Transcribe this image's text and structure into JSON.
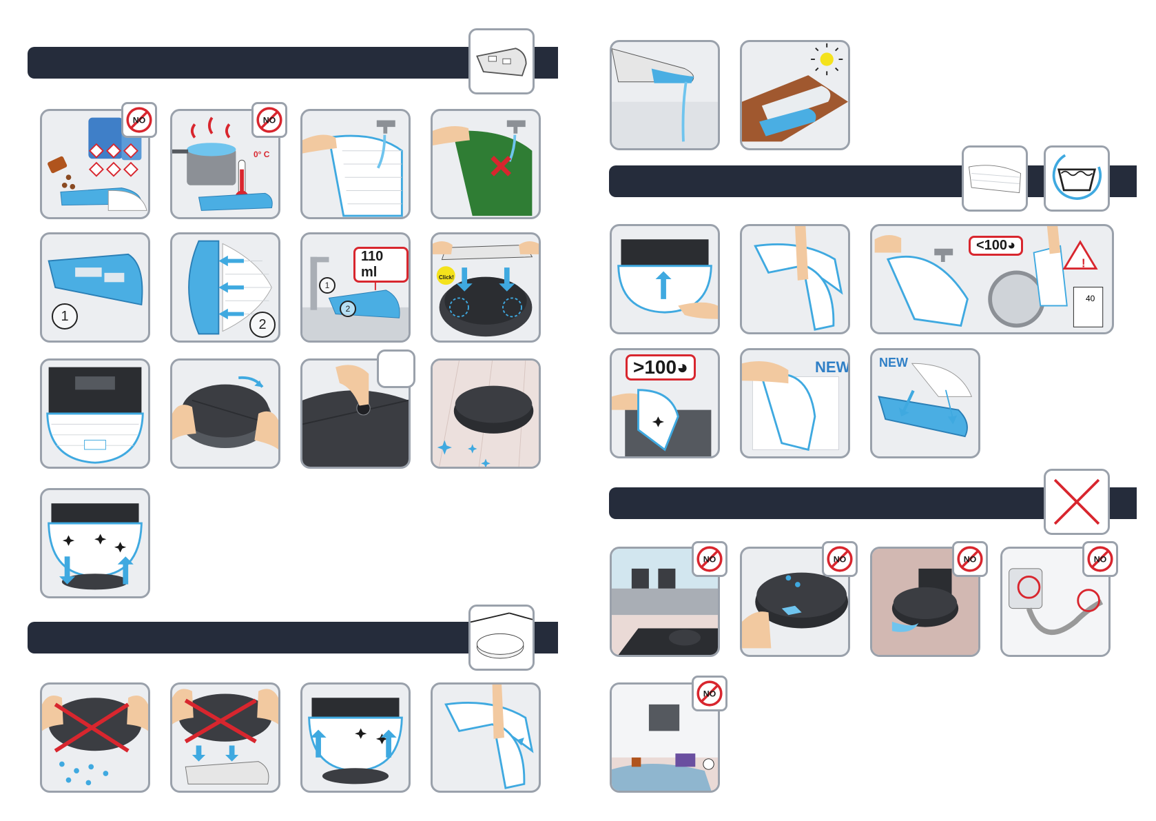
{
  "labels": {
    "no": "NO",
    "temperature": "0° C",
    "volume": "110 ml",
    "click": "Click!",
    "step_one": "1",
    "step_two": "2",
    "wash_below": "<100",
    "wash_above": ">100",
    "wash_temp": "40",
    "new": "NEW"
  },
  "icons": {
    "no_sign": "no-entry-sign-icon",
    "warning": "warning-triangle-icon",
    "sun": "sun-icon",
    "wash_tub": "wash-tub-icon",
    "cross": "red-cross-icon"
  },
  "colors": {
    "header_bar": "#252c3b",
    "tile_border": "#9aa1ab",
    "accent_blue": "#3fa9e0",
    "mop_green": "#2f7d34",
    "warning_red": "#d8262e",
    "robot_dark": "#3b3d42"
  }
}
